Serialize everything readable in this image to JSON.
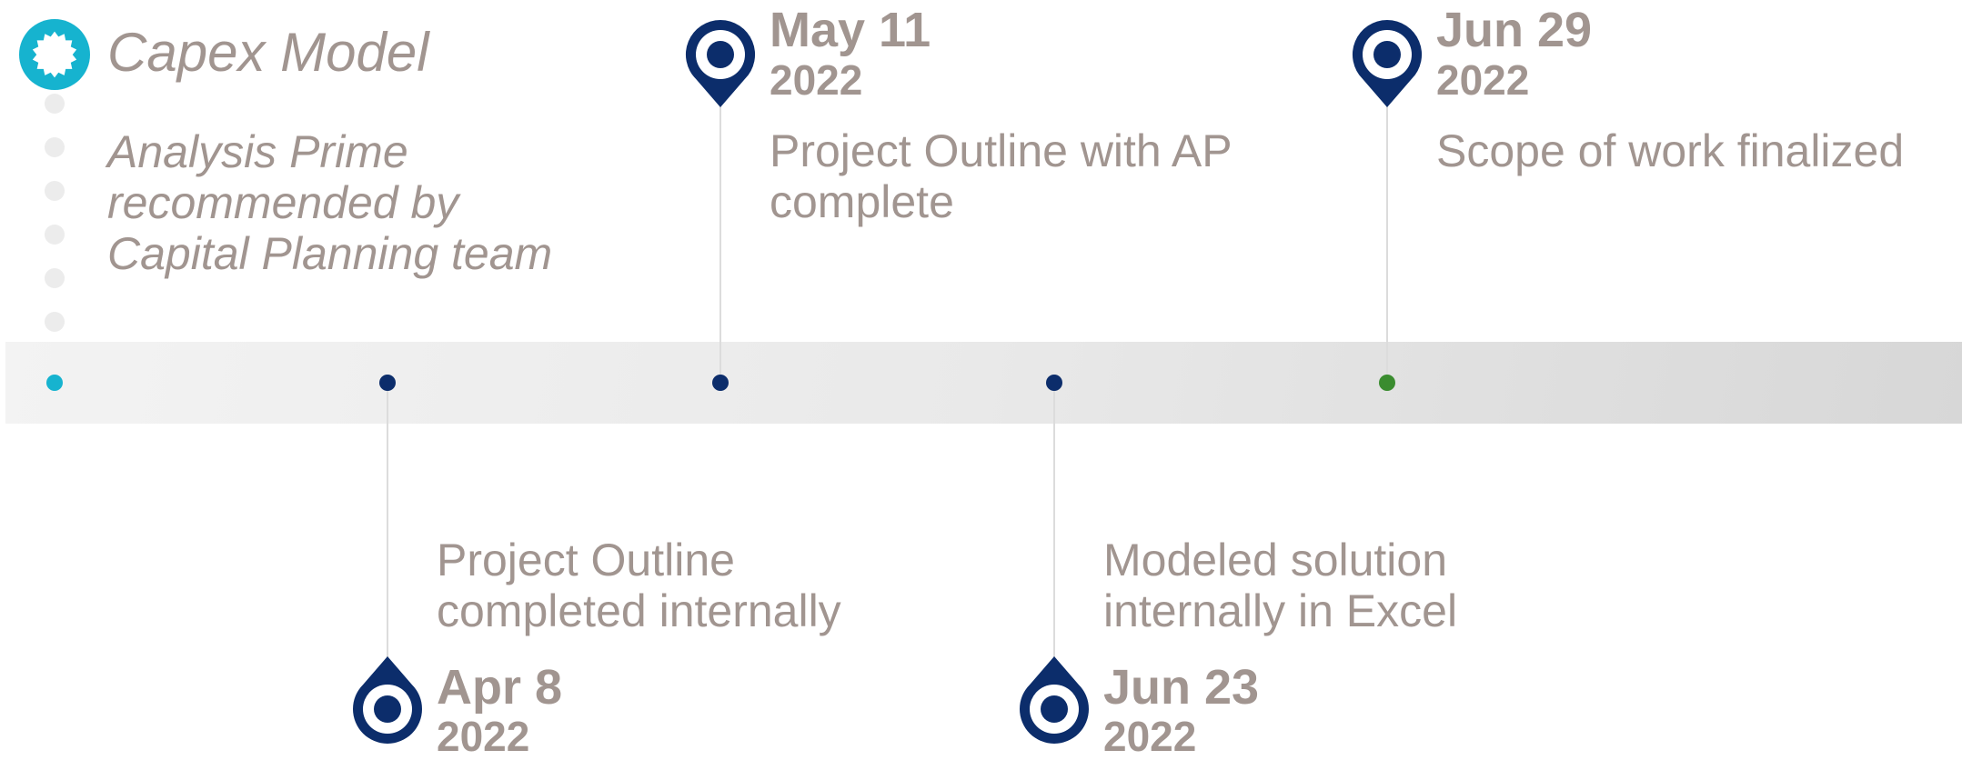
{
  "colors": {
    "text": "#a19590",
    "navy": "#0c2d6b",
    "teal": "#16b3cf",
    "green": "#3a8c2f",
    "band": "#e6e6e6"
  },
  "start": {
    "title": "Capex Model",
    "description": [
      "Analysis Prime",
      "recommended by",
      "Capital Planning team"
    ],
    "icon": "starburst-badge-icon"
  },
  "milestones": [
    {
      "month_day": "Apr 8",
      "year": "2022",
      "description": [
        "Project Outline",
        "completed internally"
      ],
      "icon": "location-pin-icon"
    },
    {
      "month_day": "May 11",
      "year": "2022",
      "description": [
        "Project Outline with AP",
        "complete"
      ],
      "icon": "location-pin-icon"
    },
    {
      "month_day": "Jun 23",
      "year": "2022",
      "description": [
        "Modeled solution",
        "internally in Excel"
      ],
      "icon": "location-pin-icon"
    },
    {
      "month_day": "Jun 29",
      "year": "2022",
      "description": [
        "Scope of work finalized"
      ],
      "icon": "location-pin-icon"
    }
  ]
}
